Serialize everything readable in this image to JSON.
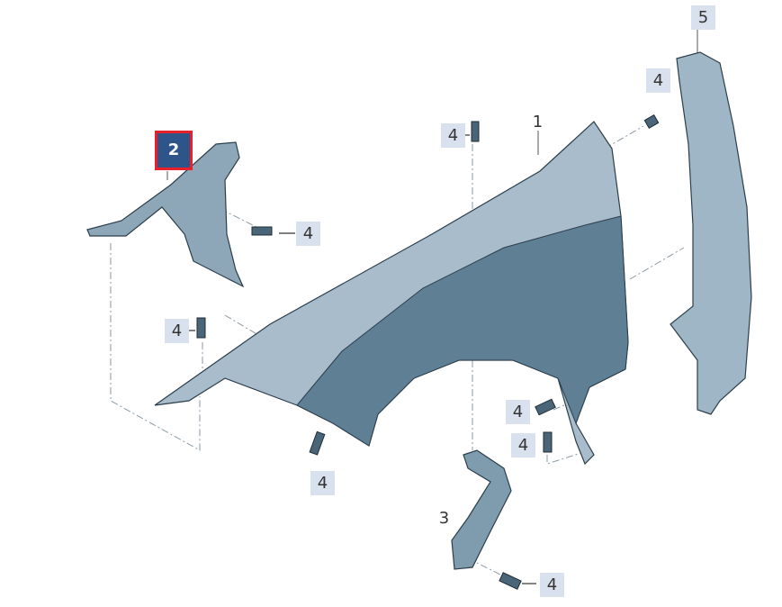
{
  "callouts": [
    {
      "id": "1",
      "label": "1"
    },
    {
      "id": "2",
      "label": "2",
      "selected": true
    },
    {
      "id": "3",
      "label": "3"
    },
    {
      "id": "4",
      "label": "4"
    },
    {
      "id": "5",
      "label": "5"
    }
  ],
  "colors": {
    "part": "#9fb6c6",
    "part_dark": "#5f7f95",
    "outline": "#2c3e4a",
    "label_bg": "#d9e1ee",
    "selected_bg": "#2d5589",
    "selected_border": "#e8202a"
  }
}
